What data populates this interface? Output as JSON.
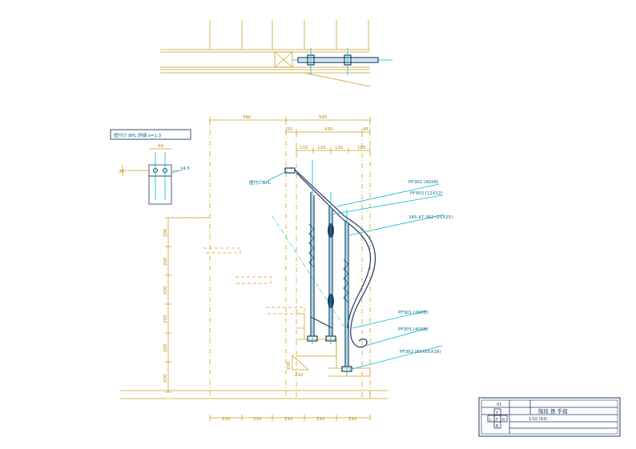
{
  "detail": {
    "title": "壁付け BPL 詳細 s=1:3",
    "dim_width": "40",
    "dim_height": "35",
    "note": "t4.5"
  },
  "dims_top": {
    "overall_left": "580",
    "overall_right": "500",
    "segments_mid": [
      "55",
      "435",
      "45"
    ],
    "segments_low": [
      "110",
      "120",
      "120",
      "185"
    ]
  },
  "dims_left": [
    "200",
    "200",
    "200",
    "200",
    "200",
    "200"
  ],
  "dims_bottom": [
    "210",
    "210",
    "210",
    "210",
    "210"
  ],
  "triangle_label": "210",
  "triangle_side": "200",
  "labels": {
    "wall_bpl": "壁付けBPL",
    "pf302a": "PF302 (40X8)",
    "pf303": "PF303 (12X12)",
    "f345": "345.47.352 (25X25)",
    "pf301": "PF301 (25X8)",
    "pf305": "PF305 (40X8)",
    "pf302b": "PF302 (65X65X16)"
  },
  "title_block": {
    "sheet_no": "01",
    "drawing_title": "階段 鉄 手摺",
    "scale": "1/10 (A3)",
    "letters": [
      "T",
      "L",
      "F",
      "R",
      "B"
    ]
  }
}
